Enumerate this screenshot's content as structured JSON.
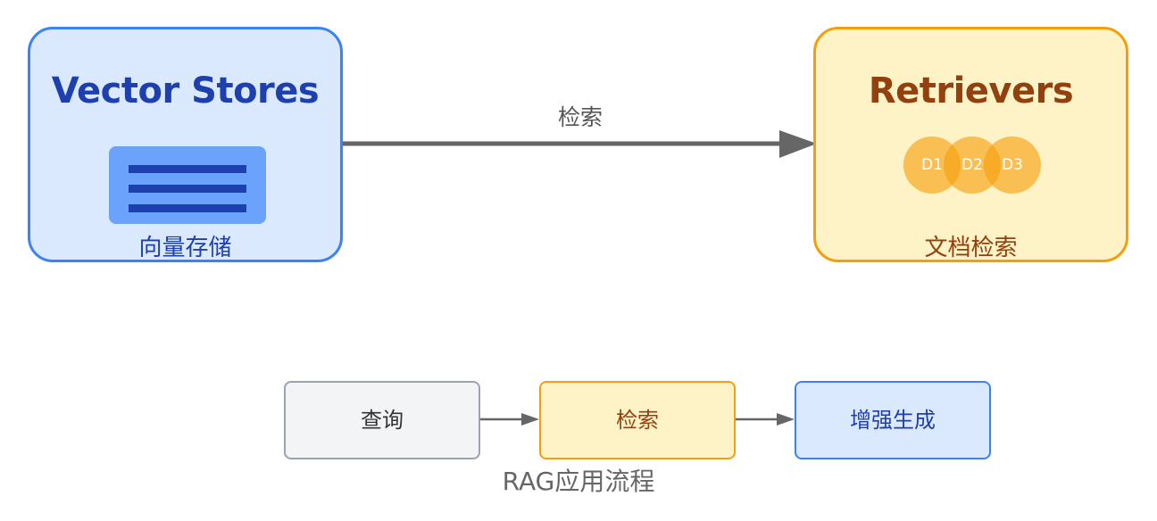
{
  "vector_stores": {
    "title": "Vector Stores",
    "subtitle": "向量存储",
    "icon": "database-table-icon",
    "color": "#1e40af"
  },
  "retrievers": {
    "title": "Retrievers",
    "subtitle": "文档检索",
    "documents": [
      "D1",
      "D2",
      "D3"
    ],
    "color": "#92400e"
  },
  "main_arrow": {
    "label": "检索"
  },
  "rag_flow": {
    "steps": [
      "查询",
      "检索",
      "增强生成"
    ],
    "caption": "RAG应用流程"
  }
}
